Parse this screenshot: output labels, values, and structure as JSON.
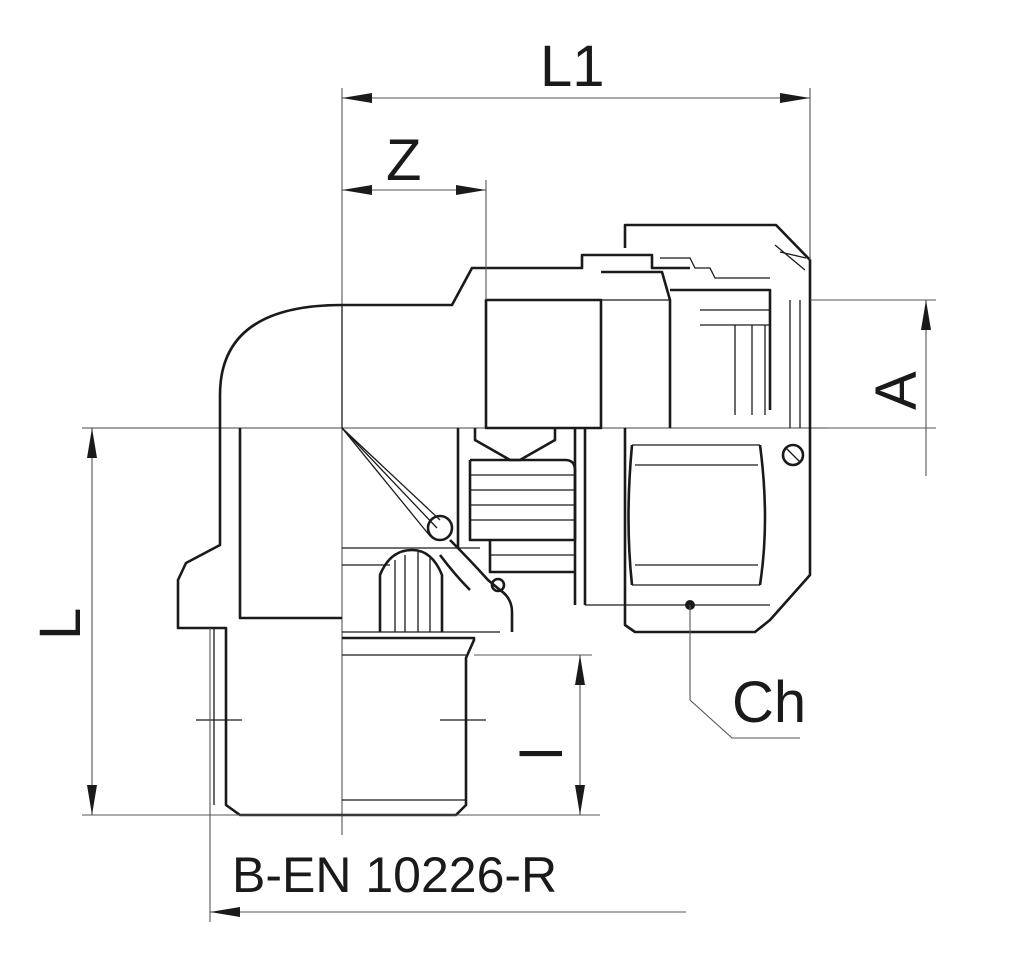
{
  "drawing": {
    "labels": {
      "l1": "L1",
      "z": "Z",
      "a": "A",
      "l": "L",
      "l_small": "l",
      "ch": "Ch",
      "thread": "B-EN 10226-R"
    }
  }
}
